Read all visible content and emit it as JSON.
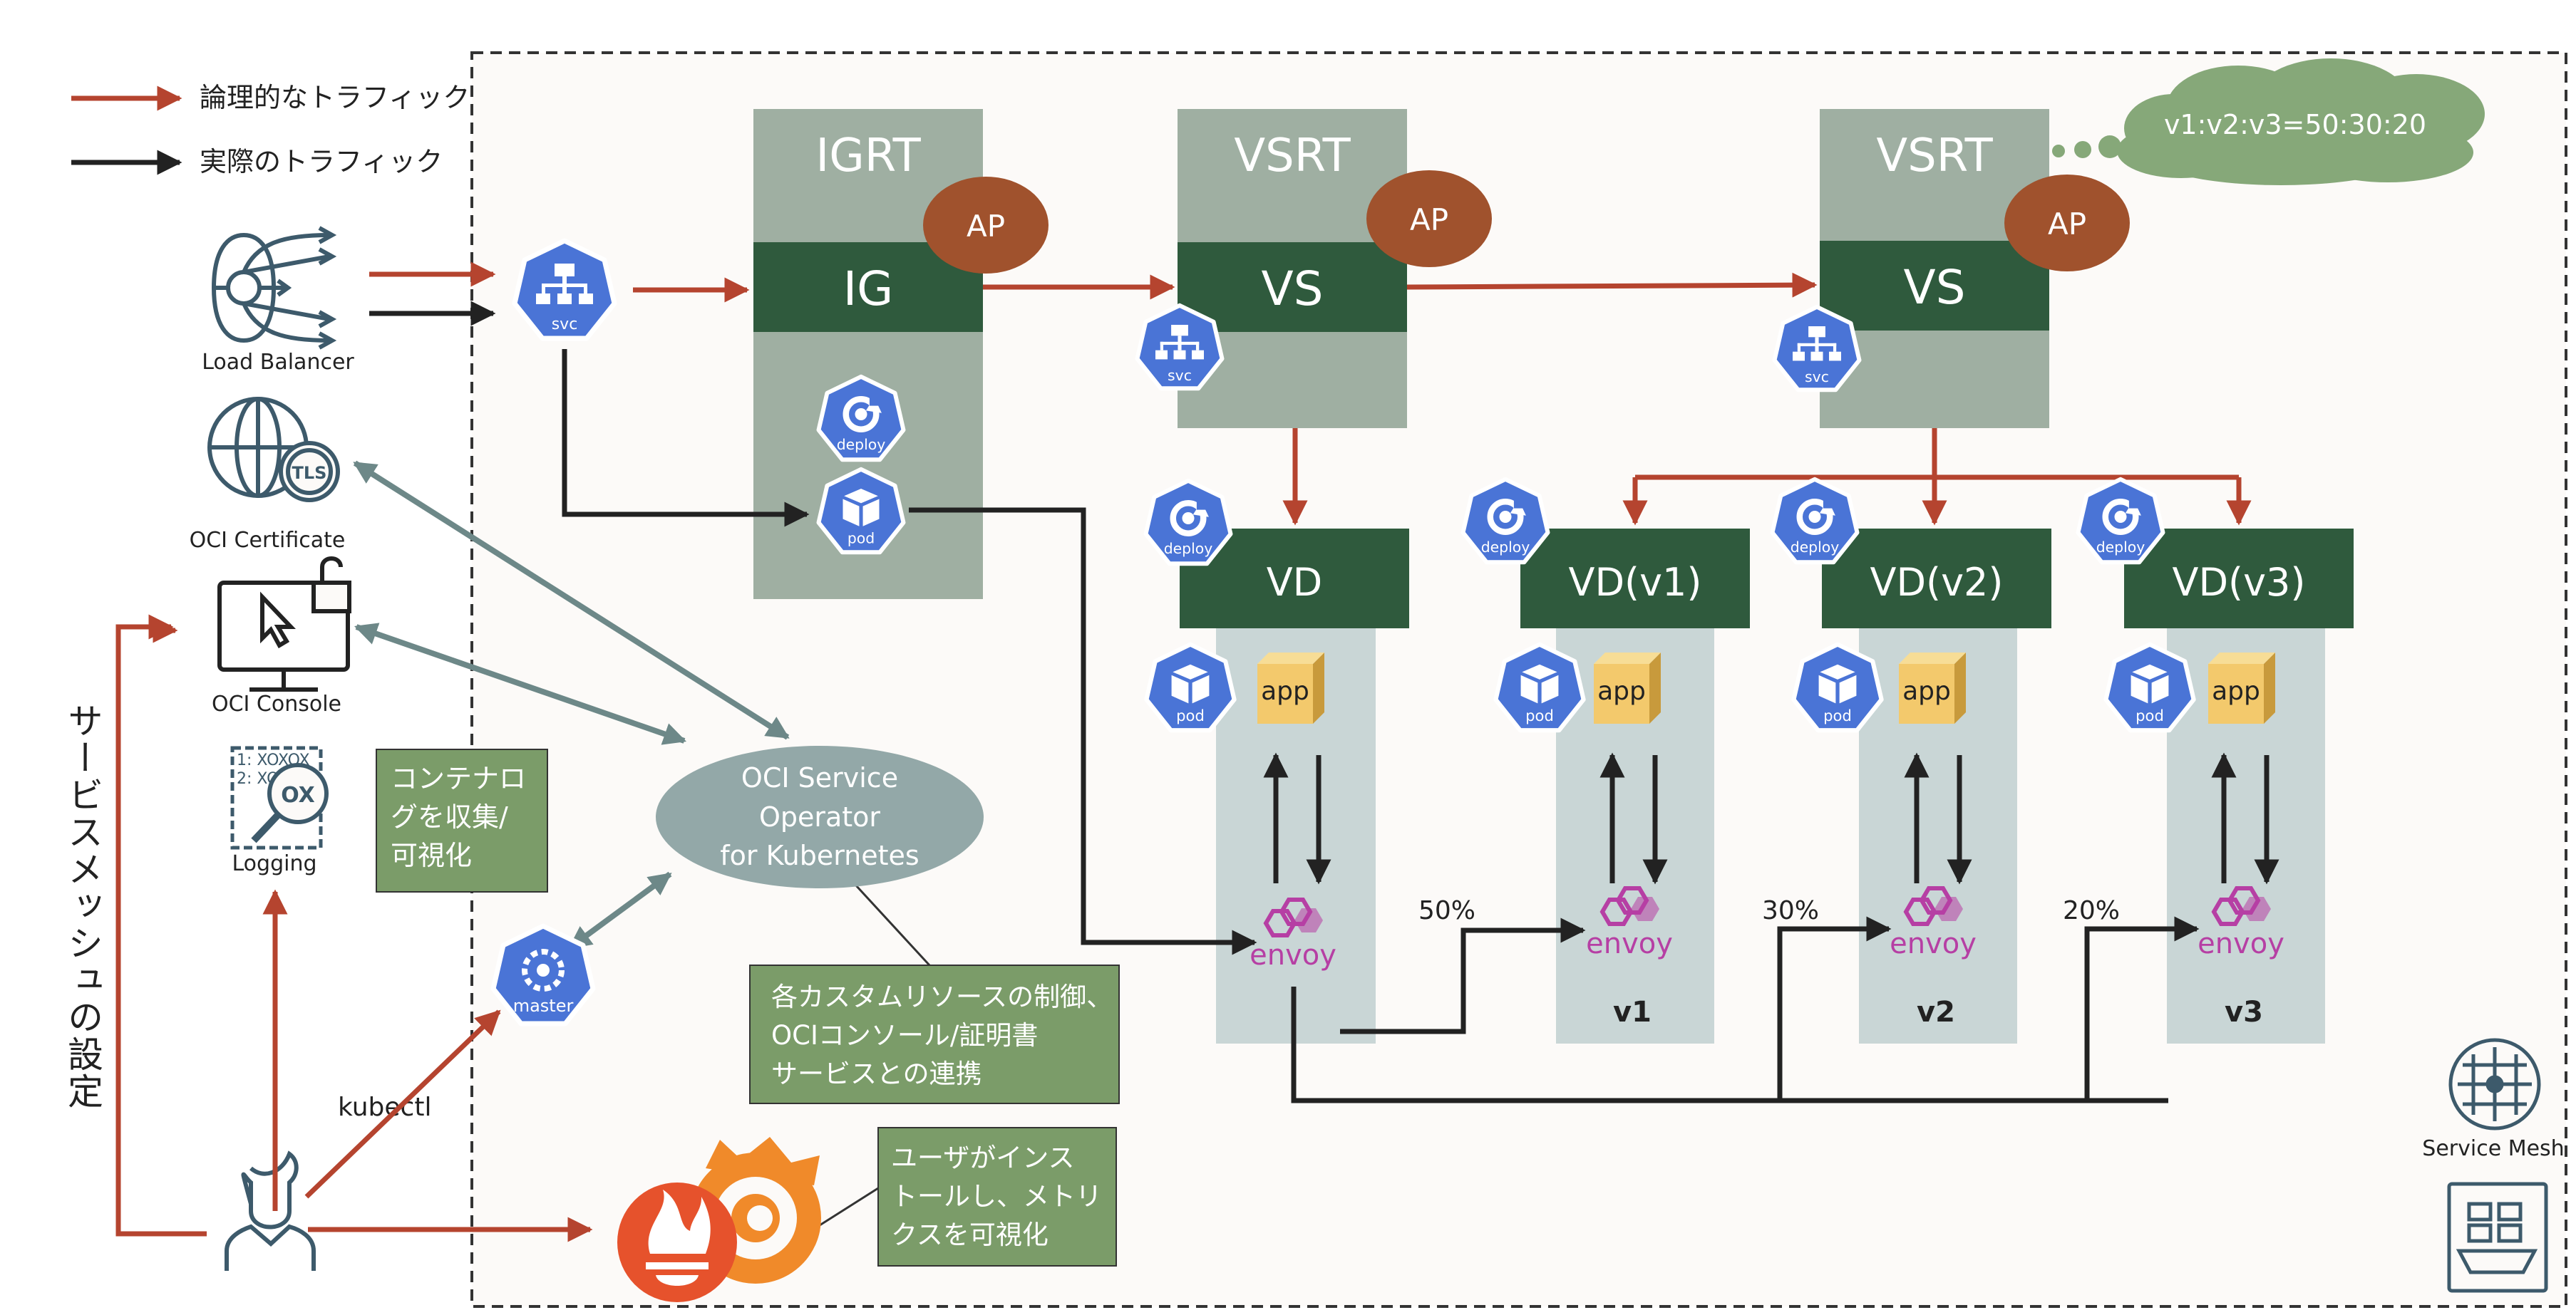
{
  "legend": {
    "logical": "論理的なトラフィック",
    "actual": "実際のトラフィック"
  },
  "left": {
    "load_balancer": "Load Balancer",
    "oci_certificate": "OCI Certificate",
    "tls": "TLS",
    "oci_console": "OCI Console",
    "logging": "Logging",
    "logging_glyph_1": "1: XOXOX",
    "logging_glyph_2": "2: XO",
    "logging_glyph_ox": "OX",
    "vertical_label": "サービスメッシュの設定",
    "kubectl": "kubectl",
    "master": "master"
  },
  "operator": {
    "line1": "OCI Service",
    "line2": "Operator",
    "line3": "for Kubernetes"
  },
  "notes": {
    "log_collect": [
      "コンテナロ",
      "グを収集/",
      "可視化"
    ],
    "control": [
      "各カスタムリソースの制御、",
      "OCIコンソール/証明書",
      "サービスとの連携"
    ],
    "metrics": [
      "ユーザがインス",
      "トールし、メトリ",
      "クスを可視化"
    ]
  },
  "mesh": {
    "igrt": "IGRT",
    "ig": "IG",
    "vsrt": "VSRT",
    "vs": "VS",
    "ap": "AP",
    "vd": "VD",
    "vd_v1": "VD(v1)",
    "vd_v2": "VD(v2)",
    "vd_v3": "VD(v3)",
    "app": "app",
    "envoy": "envoy",
    "v1": "v1",
    "v2": "v2",
    "v3": "v3",
    "svc": "svc",
    "deploy": "deploy",
    "pod": "pod",
    "cloud_ratio": "v1:v2:v3=50:30:20",
    "service_mesh": "Service Mesh"
  },
  "traffic_split": [
    {
      "version": "v1",
      "label": "50%",
      "percent": 50
    },
    {
      "version": "v2",
      "label": "30%",
      "percent": 30
    },
    {
      "version": "v3",
      "label": "20%",
      "percent": 20
    }
  ],
  "colors": {
    "logical": "#b5442f",
    "actual": "#222222",
    "mgmt": "#6d8888",
    "route_table": "#9fafa2",
    "resource": "#2f5a3d",
    "ap": "#a0522d",
    "workload": "#c9d6d6",
    "note": "#7b9c69",
    "cloud": "#86a879",
    "k8s": "#4a74d6",
    "envoy": "#b63fa4",
    "app": "#f3c96c"
  }
}
